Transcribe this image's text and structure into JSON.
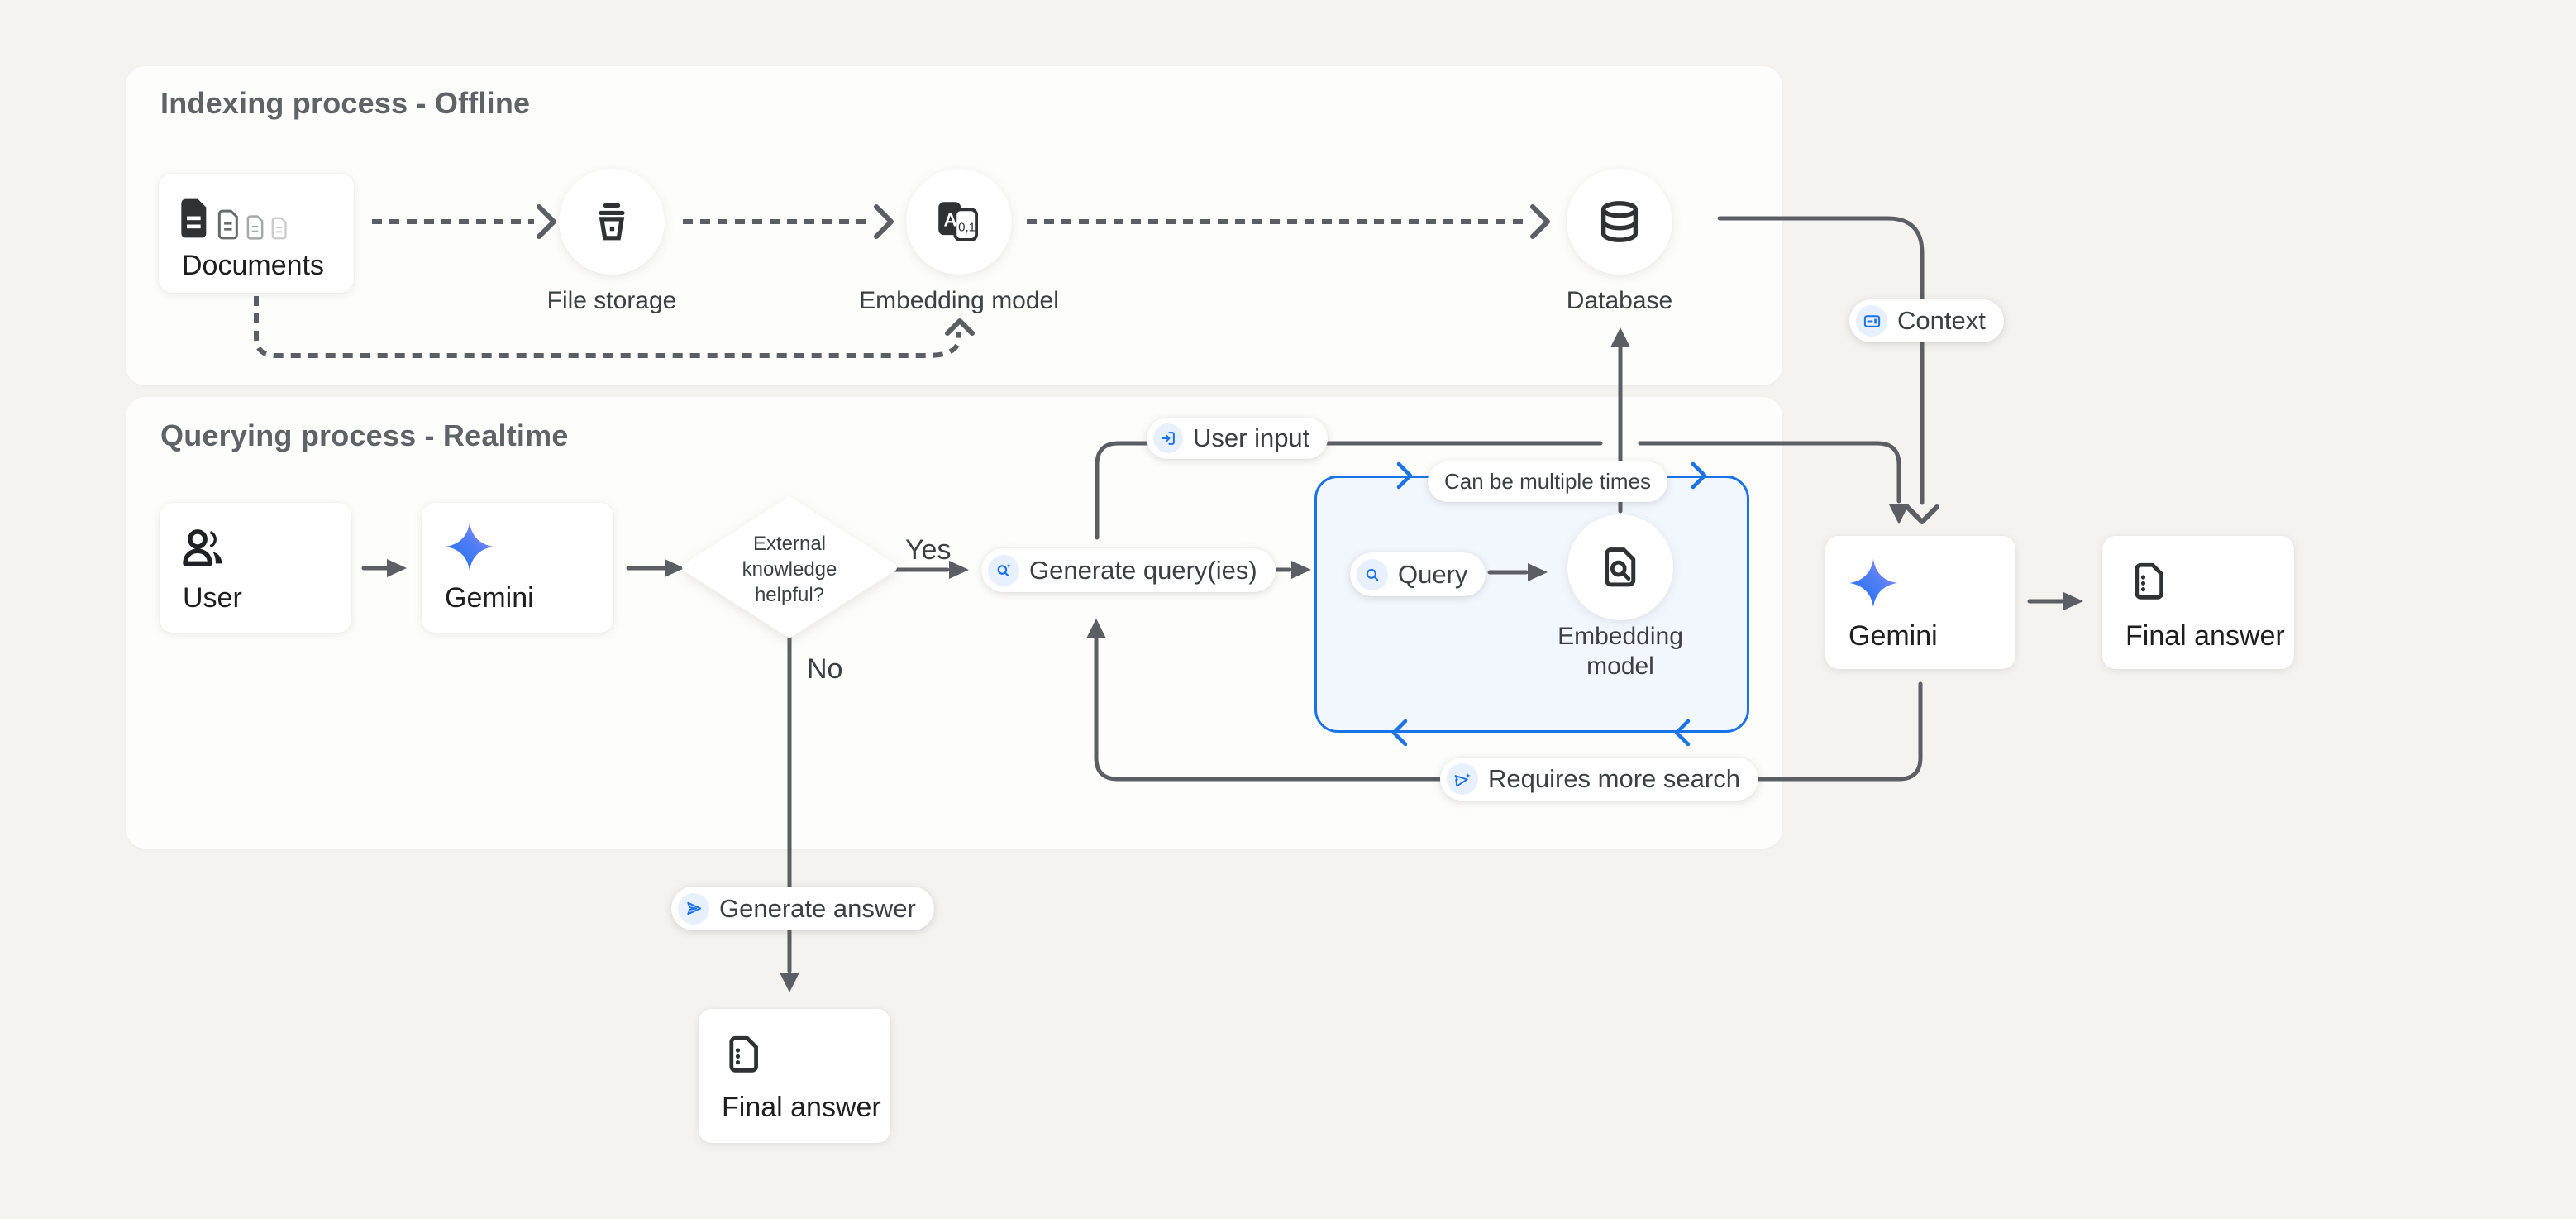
{
  "page": {
    "background": "#f4f3f0",
    "accent_blue": "#1a73e8",
    "wire_gray": "#5b5e63",
    "icon_circle_bg": "#e8f0fe",
    "blue_box_fill": "#f2f7fe",
    "gemini_gradient": [
      "#1b6ef3",
      "#4f7df5",
      "#a493f8"
    ]
  },
  "panels": {
    "indexing": {
      "title": "Indexing process - Offline"
    },
    "querying": {
      "title": "Querying process - Realtime"
    }
  },
  "nodes": {
    "documents": {
      "label": "Documents"
    },
    "file_storage": {
      "label": "File storage"
    },
    "embedding_model": {
      "label": "Embedding model"
    },
    "database": {
      "label": "Database"
    },
    "user": {
      "label": "User"
    },
    "gemini_query": {
      "label": "Gemini"
    },
    "decision": {
      "line1": "External",
      "line2": "knowledge",
      "line3": "helpful?"
    },
    "query_embedding": {
      "line1": "Embedding",
      "line2": "model"
    },
    "gemini_answer": {
      "label": "Gemini"
    },
    "final_answer_right": {
      "label": "Final answer"
    },
    "final_answer_bottom": {
      "label": "Final answer"
    }
  },
  "pills": {
    "context": {
      "label": "Context"
    },
    "user_input": {
      "label": "User input"
    },
    "generate_queries": {
      "label": "Generate query(ies)"
    },
    "query": {
      "label": "Query"
    },
    "can_be_multiple": {
      "label": "Can be multiple times"
    },
    "requires_more_search": {
      "label": "Requires more search"
    },
    "generate_answer": {
      "label": "Generate answer"
    }
  },
  "edges": {
    "yes_label": "Yes",
    "no_label": "No"
  },
  "icons": {
    "embedding_letter": "A",
    "embedding_digits": "0,1"
  }
}
